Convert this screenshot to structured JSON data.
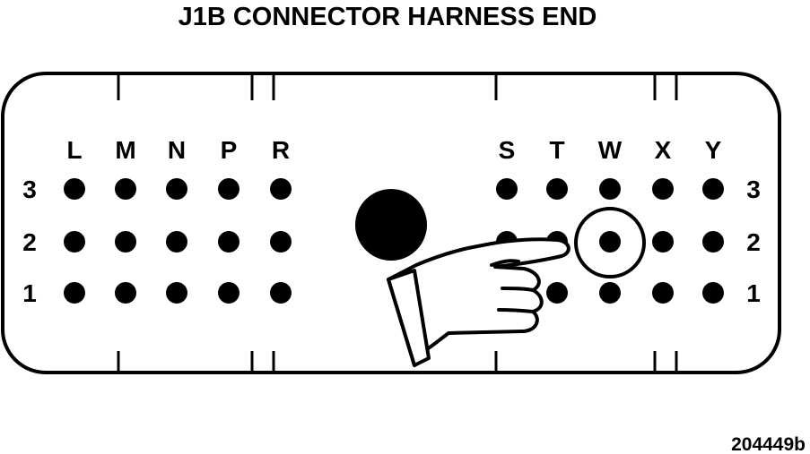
{
  "title": "J1B CONNECTOR HARNESS END",
  "figure_id": "204449b",
  "left_columns": [
    "L",
    "M",
    "N",
    "P",
    "R"
  ],
  "right_columns": [
    "S",
    "T",
    "W",
    "X",
    "Y"
  ],
  "row_labels": [
    "3",
    "2",
    "1"
  ],
  "highlighted_pin": {
    "column": "W",
    "row": "2"
  },
  "icons": {
    "pointer": "pointing-hand-icon",
    "key": "polarizing-key-icon"
  }
}
